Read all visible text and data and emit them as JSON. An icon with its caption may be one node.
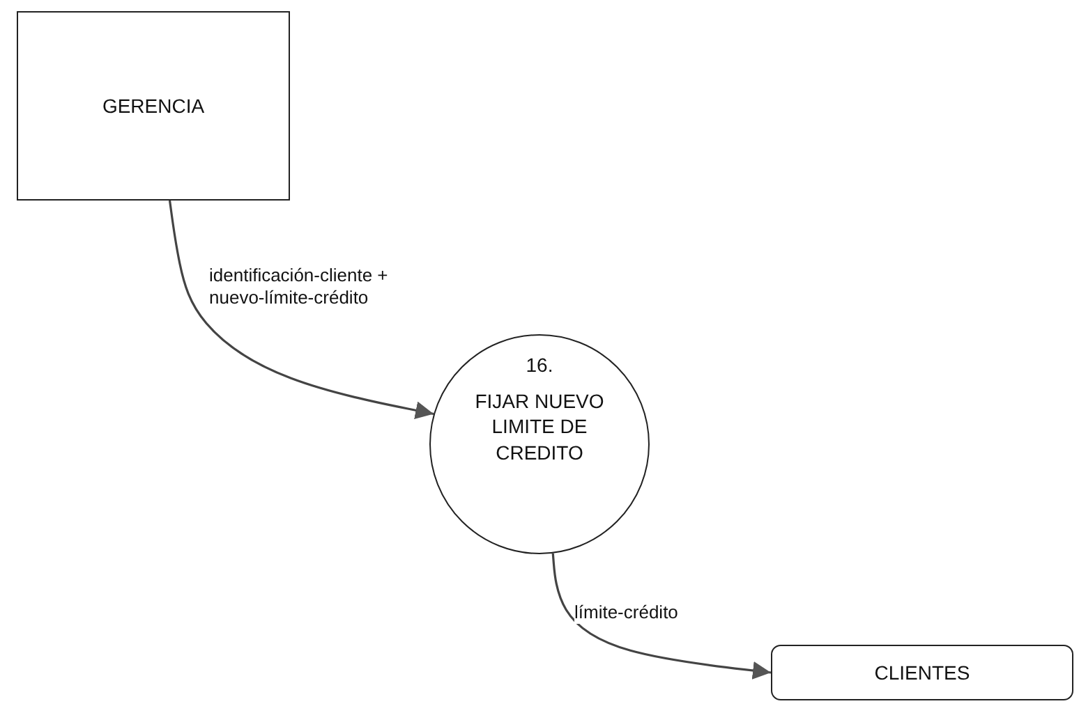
{
  "diagram": {
    "nodes": [
      {
        "text": [
          "GERENCIA"
        ]
      },
      {
        "text": [
          "16.",
          "FIJAR NUEVO LIMITE DE CREDITO"
        ]
      },
      {
        "text": [
          "CLIENTES"
        ]
      }
    ],
    "edges": [
      {
        "from": 0,
        "to": 1,
        "arrow": "to",
        "label": "identificación-cliente + nuevo-límite-crédito"
      },
      {
        "from": 1,
        "to": 2,
        "arrow": "to",
        "label": "límite-crédito"
      }
    ]
  }
}
